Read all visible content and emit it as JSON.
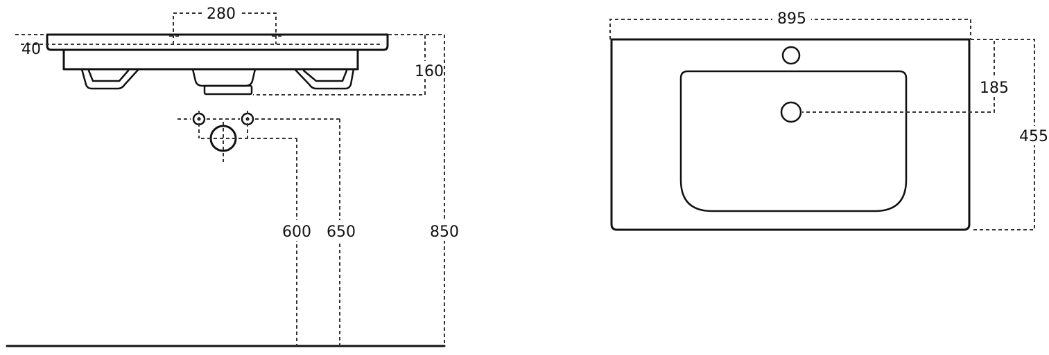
{
  "dimensions": {
    "top_hole_spacing": "280",
    "rim_thickness": "40",
    "basin_depth": "160",
    "drain_height": "600",
    "supply_height": "650",
    "rim_height": "850",
    "overall_width": "895",
    "tap_to_drain": "185",
    "overall_depth": "455"
  }
}
